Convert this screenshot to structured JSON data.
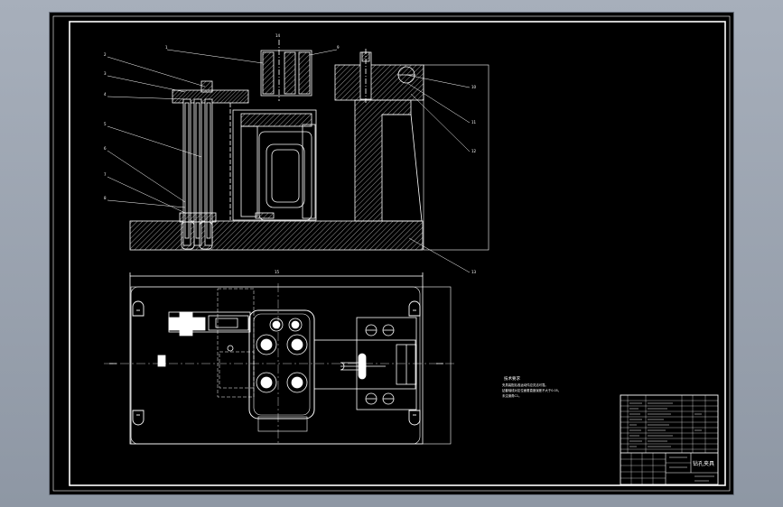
{
  "viewer": {
    "background_color": "#9aa3b0",
    "sheet_color": "#000000",
    "line_color": "#ffffff"
  },
  "title_block": {
    "drawing_title": "钻孔夹具",
    "school_label": "",
    "scale_label": "",
    "sheet_label": ""
  },
  "technical_notes": {
    "heading": "技术要求",
    "lines": [
      "夹具装配后各运动件应灵活可靠。",
      "钻套轴线对定位面垂直度误差不大于0.05。",
      "未注倒角C1。"
    ]
  },
  "part_callouts": [
    "1",
    "2",
    "3",
    "4",
    "5",
    "6",
    "7",
    "8",
    "9",
    "10",
    "11",
    "12",
    "13",
    "14",
    "15"
  ]
}
